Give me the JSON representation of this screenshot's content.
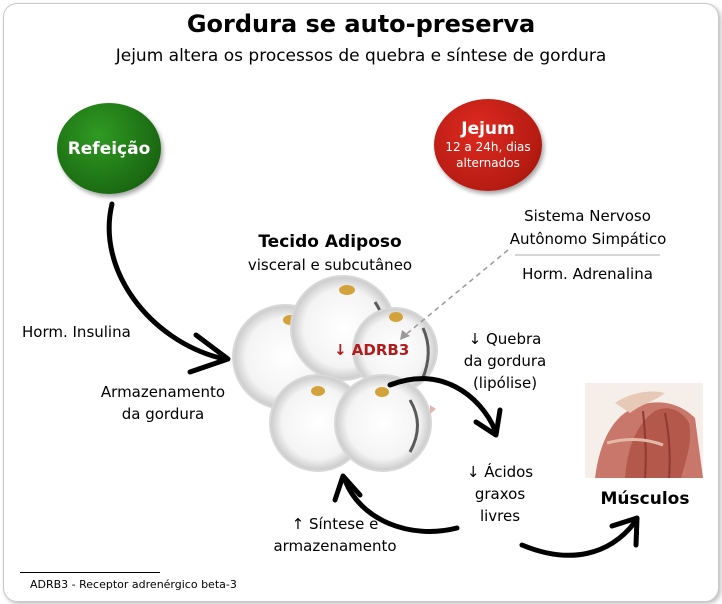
{
  "title": "Gordura se auto-preserva",
  "subtitle": "Jejum altera os processos de quebra e síntese de gordura",
  "meal": {
    "label": "Refeição",
    "color": "#1b6a12"
  },
  "fast": {
    "label": "Jejum",
    "detail_line1": "12 a 24h, dias",
    "detail_line2": "alternados",
    "color": "#b51b12"
  },
  "adipose": {
    "title": "Tecido Adiposo",
    "subtitle": "visceral e subcutâneo",
    "receptor": "↓ ADRB3"
  },
  "sns": {
    "line1": "Sistema Nervoso",
    "line2": "Autônomo Simpático",
    "hormone": "Horm. Adrenalina"
  },
  "insulin": "Horm. Insulina",
  "storage": {
    "line1": "Armazenamento",
    "line2": "da gordura"
  },
  "lipolysis": {
    "line1": "↓ Quebra",
    "line2": "da gordura",
    "line3": "(lipólise)"
  },
  "ffa": {
    "line1": "↓ Ácidos",
    "line2": "graxos",
    "line3": "livres"
  },
  "synthesis": {
    "line1": "↑ Síntese e",
    "line2": "armazenamento"
  },
  "muscles": "Músculos",
  "footnote": "ADRB3 - Receptor adrenérgico beta-3"
}
